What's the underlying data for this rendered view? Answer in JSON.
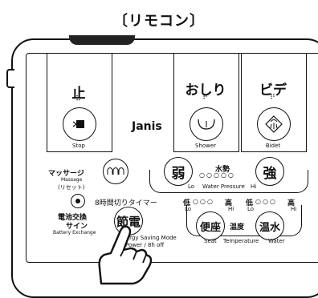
{
  "title": "〔リモコン〕",
  "brand": "Janis",
  "panels": {
    "stop": {
      "kanji": "止",
      "dots": "⠿",
      "label": "Stop"
    },
    "shower": {
      "kanji": "おしり",
      "dots": "⠗",
      "label": "Shower"
    },
    "bidet": {
      "kanji": "ビデ",
      "dots": "⠟",
      "label": "Bidet"
    }
  },
  "massage": {
    "jp": "マッサージ",
    "sub1": "Massage",
    "sub2": "(リセット)"
  },
  "water_pressure": {
    "weak": "弱",
    "strong": "強",
    "kanji": "水勢",
    "lo": "Lo",
    "mid": "Water Pressure",
    "hi": "Hi"
  },
  "battery": {
    "jp1": "電池交換",
    "jp2": "サイン",
    "en": "Battery Exchange"
  },
  "timer": {
    "jp": "8時間切りタイマー",
    "button": "節電",
    "en1": "Energy Saving Mode",
    "en2": "Power / 8h off"
  },
  "temperature": {
    "seat_button": "便座",
    "water_button": "温水",
    "kanji": "温度",
    "low": "低",
    "high": "高",
    "lo": "Lo",
    "hi": "Hi",
    "seat": "Seat",
    "label": "Temperature",
    "water": "Water"
  }
}
